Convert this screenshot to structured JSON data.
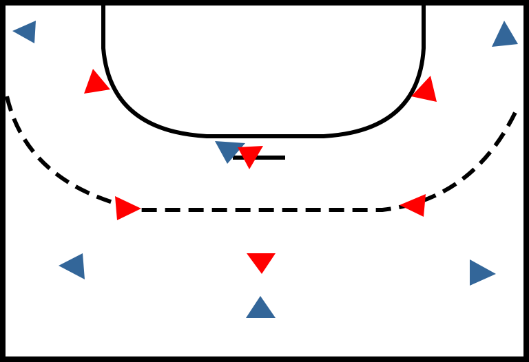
{
  "diagram": {
    "type": "handball-half-court",
    "colors": {
      "lines": "#000000",
      "team_blue": "#336699",
      "team_red": "#ff0000",
      "background": "#ffffff"
    },
    "players": [
      {
        "team": "blue",
        "facing": "left"
      },
      {
        "team": "blue",
        "facing": "up"
      },
      {
        "team": "red",
        "facing": "up-left"
      },
      {
        "team": "red",
        "facing": "up-right"
      },
      {
        "team": "blue",
        "facing": "down"
      },
      {
        "team": "red",
        "facing": "down"
      },
      {
        "team": "red",
        "facing": "right"
      },
      {
        "team": "red",
        "facing": "left"
      },
      {
        "team": "blue",
        "facing": "left"
      },
      {
        "team": "red",
        "facing": "down"
      },
      {
        "team": "blue",
        "facing": "right"
      },
      {
        "team": "blue",
        "facing": "up"
      }
    ]
  }
}
